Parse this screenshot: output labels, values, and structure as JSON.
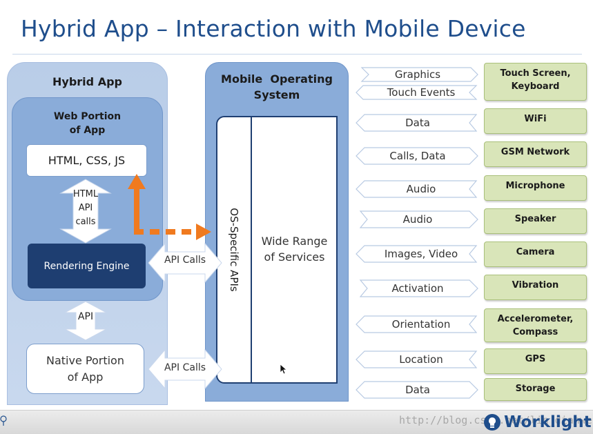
{
  "title": "Hybrid App – Interaction with Mobile Device",
  "hybrid_app": {
    "label": "Hybrid App",
    "web_portion": {
      "label_line1": "Web Portion",
      "label_line2": "of App"
    },
    "html_css_js": "HTML, CSS, JS",
    "html_api_calls": {
      "line1": "HTML",
      "line2": "API",
      "line3": "calls"
    },
    "rendering_engine": "Rendering Engine",
    "api_label": "API",
    "native_portion": {
      "line1": "Native Portion",
      "line2": "of App"
    }
  },
  "api_calls": {
    "top": "API Calls",
    "bottom": "API Calls"
  },
  "mobile_os": {
    "label_line1": "Mobile  Operating",
    "label_line2": "System",
    "os_specific": "OS-Specific APIs",
    "wide_range_line1": "Wide Range",
    "wide_range_line2": "of Services"
  },
  "device_interactions": [
    {
      "label": "Graphics",
      "direction": "right"
    },
    {
      "label": "Touch Events",
      "direction": "left"
    },
    {
      "label": "Data",
      "direction": "left"
    },
    {
      "label": "Calls, Data",
      "direction": "both"
    },
    {
      "label": "Audio",
      "direction": "left"
    },
    {
      "label": "Audio",
      "direction": "right"
    },
    {
      "label": "Images, Video",
      "direction": "left"
    },
    {
      "label": "Activation",
      "direction": "right"
    },
    {
      "label": "Orientation",
      "direction": "left"
    },
    {
      "label": "Location",
      "direction": "left"
    },
    {
      "label": "Data",
      "direction": "both"
    }
  ],
  "hardware": [
    {
      "line1": "Touch Screen,",
      "line2": "Keyboard"
    },
    {
      "line1": "WiFi",
      "line2": ""
    },
    {
      "line1": "GSM Network",
      "line2": ""
    },
    {
      "line1": "Microphone",
      "line2": ""
    },
    {
      "line1": "Speaker",
      "line2": ""
    },
    {
      "line1": "Camera",
      "line2": ""
    },
    {
      "line1": "Vibration",
      "line2": ""
    },
    {
      "line1": "Accelerometer,",
      "line2": "Compass"
    },
    {
      "line1": "GPS",
      "line2": ""
    },
    {
      "line1": "Storage",
      "line2": ""
    }
  ],
  "footer": {
    "url": "http://blog.csdn.net/lin_dianwei",
    "brand": "Worklight"
  },
  "colors": {
    "title": "#1f4e8c",
    "panel_blue": "#8aacd9",
    "dark_navy": "#1e3e71",
    "orange_arrow": "#f07a1f",
    "hardware_green": "#d9e5b9"
  }
}
